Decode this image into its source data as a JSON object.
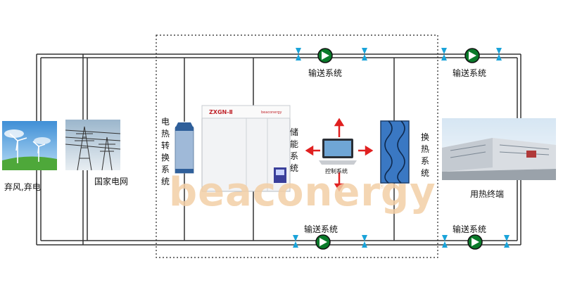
{
  "nodes": {
    "wind": {
      "label": "弃风,弃电"
    },
    "grid": {
      "label": "国家电网"
    },
    "converter": {
      "label": "电热转换系统"
    },
    "storage": {
      "label": "储能系统",
      "model": "ZXGN-Ⅱ",
      "brand": "beaconergy"
    },
    "control": {
      "label": "控制系统"
    },
    "exchanger": {
      "label": "换热系统"
    },
    "user": {
      "label": "用热终端"
    }
  },
  "transport": {
    "top_center": "输送系统",
    "top_right": "输送系统",
    "bottom_center": "输送系统",
    "bottom_right": "输送系统"
  },
  "watermark": "beaconergy",
  "colors": {
    "pipe": "#333333",
    "valve": "#1aa3d9",
    "pump_fill": "#0a7a2a",
    "arrow": "#e02020",
    "exchanger_fill": "#3a78c3",
    "watermark": "#f3cfa6"
  },
  "icons": {
    "pump": "circulation-pump-icon",
    "valve": "butterfly-valve-icon",
    "laptop": "laptop-icon"
  }
}
